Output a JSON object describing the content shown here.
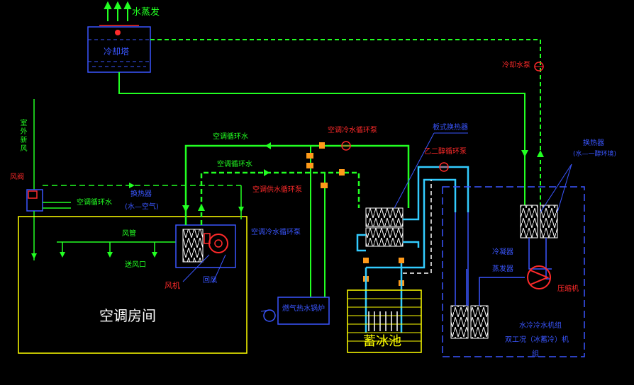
{
  "labels": {
    "evaporation": "水蒸发",
    "cooling_tower": "冷却塔",
    "cooling_water_pump": "冷却水泵",
    "outdoor_fresh_air": "室外新风",
    "damper": "风阀",
    "ac_cycle_water_top": "空调循环水",
    "ac_cycle_water_mid": "空调循环水",
    "ac_cycle_water_left": "空调循环水",
    "ac_chilled_water_pump": "空调冷水循环泵",
    "ac_supply_pump": "空调供水循环泵",
    "heat_exchanger_room": "换热器",
    "heat_exchanger_room_sub": "(水—空气)",
    "duct": "风管",
    "air_supply_outlet": "送风口",
    "fan": "风机",
    "return_air": "回风",
    "ac_room": "空调房间",
    "ac_make_water": "空调冷水循环泵",
    "plate_exchanger": "板式换热器",
    "glycol_pump": "乙二醇循环泵",
    "heat_exchanger_right": "换热器",
    "heat_exchanger_right_sub": "(水—一醇环境)",
    "condenser": "冷凝器",
    "evaporator": "蒸发器",
    "compressor": "压缩机",
    "chiller_1": "水冷冷水机组",
    "chiller_2": "双工况（冰蓄冷）机",
    "chiller_3": "组",
    "ice_tank": "蓄冰池",
    "gas_boiler": "燃气热水锅炉"
  },
  "colors": {
    "background": "#000000",
    "chilled_water": "#22ff22",
    "glycol": "#33ccff",
    "cooling_water": "#22ff22",
    "equipment_outline": "#3a56ff",
    "room_outline": "#ffff00",
    "pump_symbol": "#ff2a2a",
    "valve": "#ff9a1a"
  },
  "icons": [
    "pump-icon",
    "valve-icon",
    "fan-icon",
    "compressor-icon",
    "coil-icon",
    "boiler-blower-icon"
  ]
}
